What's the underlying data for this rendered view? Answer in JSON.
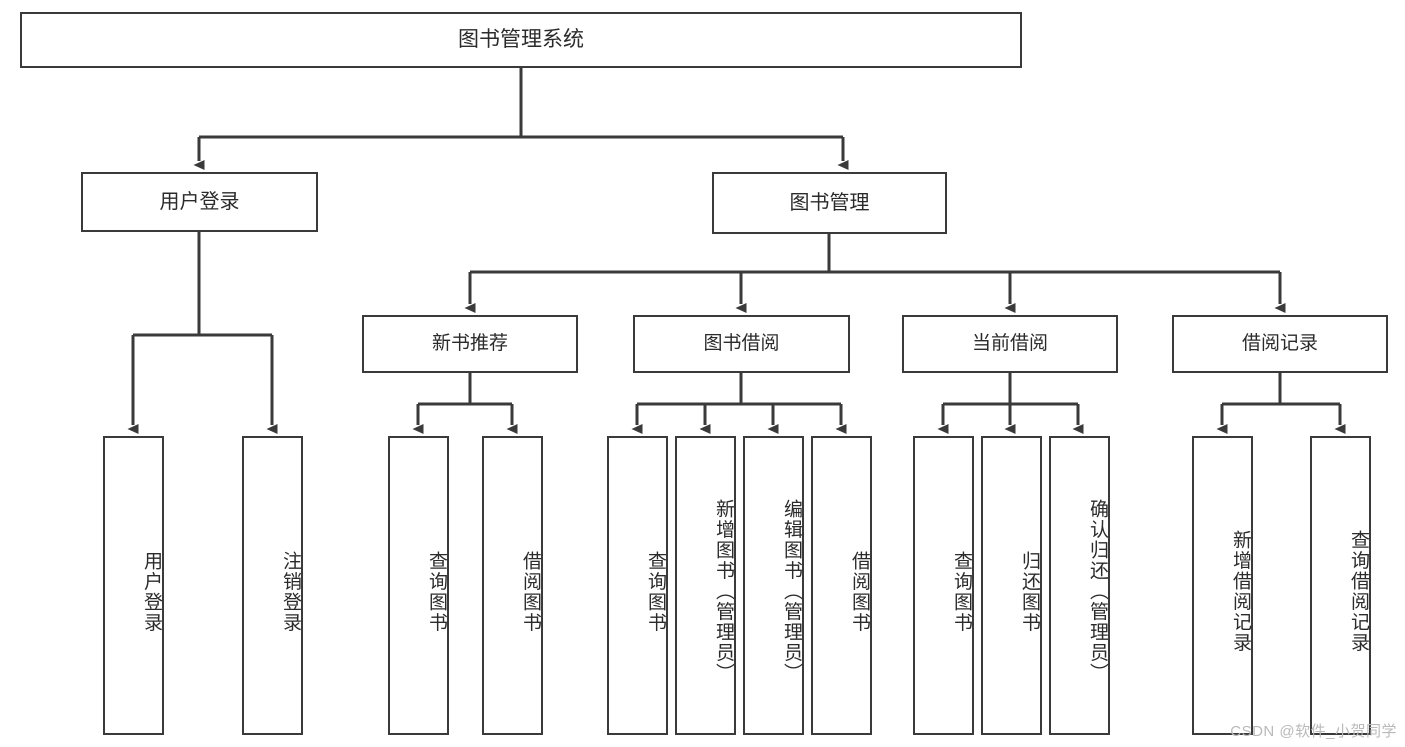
{
  "diagram": {
    "title_text": "图书管理系统",
    "watermark": "CSDN @软件_小贺同学",
    "line_color": "#3a3a3a",
    "text_color": "#2b2b2b",
    "background": "#ffffff",
    "nodes": {
      "root": {
        "label": "图书管理系统"
      },
      "level2": [
        {
          "label": "用户登录"
        },
        {
          "label": "图书管理"
        }
      ],
      "level3": [
        {
          "label": "新书推荐"
        },
        {
          "label": "图书借阅"
        },
        {
          "label": "当前借阅"
        },
        {
          "label": "借阅记录"
        }
      ],
      "leaves": {
        "user_login": [
          {
            "label": "用户登录"
          },
          {
            "label": "注销登录"
          }
        ],
        "new_book_recommend": [
          {
            "label": "查询图书"
          },
          {
            "label": "借阅图书"
          }
        ],
        "book_borrow": [
          {
            "label": "查询图书"
          },
          {
            "label": "新增图书（管理员）"
          },
          {
            "label": "编辑图书（管理员）"
          },
          {
            "label": "借阅图书"
          }
        ],
        "current_borrow": [
          {
            "label": "查询图书"
          },
          {
            "label": "归还图书"
          },
          {
            "label": "确认归还（管理员）"
          }
        ],
        "borrow_record": [
          {
            "label": "新增借阅记录"
          },
          {
            "label": "查询借阅记录"
          }
        ]
      }
    }
  }
}
